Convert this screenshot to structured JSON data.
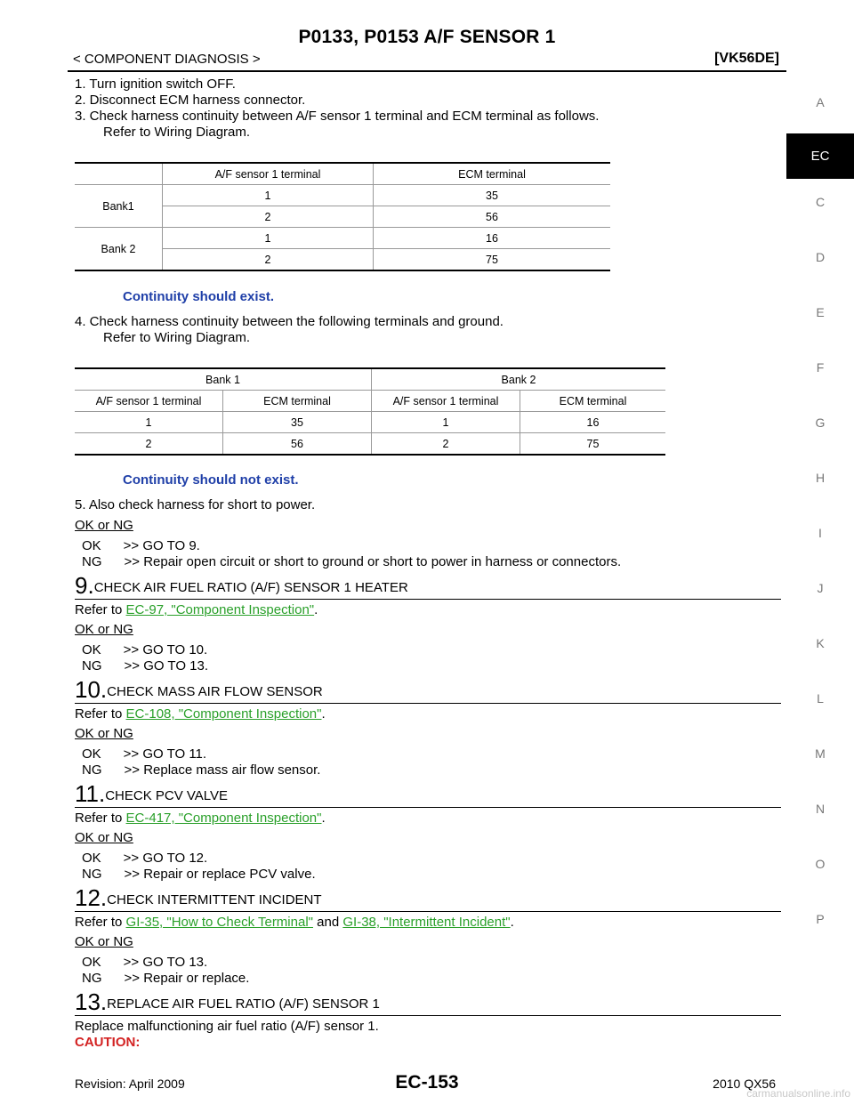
{
  "header": {
    "title": "P0133, P0153 A/F SENSOR 1",
    "breadcrumb": "< COMPONENT DIAGNOSIS >",
    "variant": "[VK56DE]"
  },
  "side_tabs": [
    "A",
    "EC",
    "C",
    "D",
    "E",
    "F",
    "G",
    "H",
    "I",
    "J",
    "K",
    "L",
    "M",
    "N",
    "O",
    "P"
  ],
  "side_tab_active": "EC",
  "steps_intro": [
    "1.  Turn ignition switch OFF.",
    "2.  Disconnect ECM harness connector.",
    "3.  Check harness continuity between A/F sensor 1 terminal and ECM terminal as follows.",
    "Refer to Wiring Diagram."
  ],
  "table1": {
    "headers": [
      "A/F sensor 1 terminal",
      "ECM terminal"
    ],
    "rows": [
      {
        "bank": "Bank1",
        "af": "1",
        "ecm": "35"
      },
      {
        "bank": "",
        "af": "2",
        "ecm": "56"
      },
      {
        "bank": "Bank 2",
        "af": "1",
        "ecm": "16"
      },
      {
        "bank": "",
        "af": "2",
        "ecm": "75"
      }
    ]
  },
  "continuity_exist": "Continuity should exist.",
  "step4": [
    "4.  Check harness continuity between the following terminals and ground.",
    "Refer to Wiring Diagram."
  ],
  "table2": {
    "groups": [
      "Bank 1",
      "Bank 2"
    ],
    "headers": [
      "A/F sensor 1 terminal",
      "ECM terminal",
      "A/F sensor 1 terminal",
      "ECM terminal"
    ],
    "rows": [
      [
        "1",
        "35",
        "1",
        "16"
      ],
      [
        "2",
        "56",
        "2",
        "75"
      ]
    ]
  },
  "continuity_not_exist": "Continuity should not exist.",
  "step5": "5.  Also check harness for short to power.",
  "ok_ng": "OK or NG",
  "result8": {
    "ok": "OK      >> GO TO 9.",
    "ng": "NG      >> Repair open circuit or short to ground or short to power in harness or connectors."
  },
  "sections": [
    {
      "num": "9.",
      "title": "CHECK AIR FUEL RATIO (A/F) SENSOR 1 HEATER",
      "refer": "Refer to ",
      "link": "EC-97, \"Component Inspection\"",
      "ok": "OK      >> GO TO 10.",
      "ng": "NG      >> GO TO 13."
    },
    {
      "num": "10.",
      "title": "CHECK MASS AIR FLOW SENSOR",
      "refer": "Refer to ",
      "link": "EC-108, \"Component Inspection\"",
      "ok": "OK      >> GO TO 11.",
      "ng": "NG      >> Replace mass air flow sensor."
    },
    {
      "num": "11.",
      "title": "CHECK PCV VALVE",
      "refer": "Refer to ",
      "link": "EC-417, \"Component Inspection\"",
      "ok": "OK      >> GO TO 12.",
      "ng": "NG      >> Repair or replace PCV valve."
    }
  ],
  "section12": {
    "num": "12.",
    "title": "CHECK INTERMITTENT INCIDENT",
    "refer": "Refer to ",
    "link1": "GI-35, \"How to Check Terminal\"",
    "and": " and ",
    "link2": "GI-38, \"Intermittent Incident\"",
    "ok": "OK      >> GO TO 13.",
    "ng": "NG      >> Repair or replace."
  },
  "section13": {
    "num": "13.",
    "title": "REPLACE AIR FUEL RATIO (A/F) SENSOR 1",
    "text": "Replace malfunctioning air fuel ratio (A/F) sensor 1.",
    "caution": "CAUTION:"
  },
  "footer": {
    "revision": "Revision: April 2009",
    "page": "EC-153",
    "model": "2010 QX56",
    "watermark": "carmanualsonline.info"
  },
  "colors": {
    "blue": "#1f3fa8",
    "link": "#2aa02a",
    "caution": "#d32222"
  }
}
